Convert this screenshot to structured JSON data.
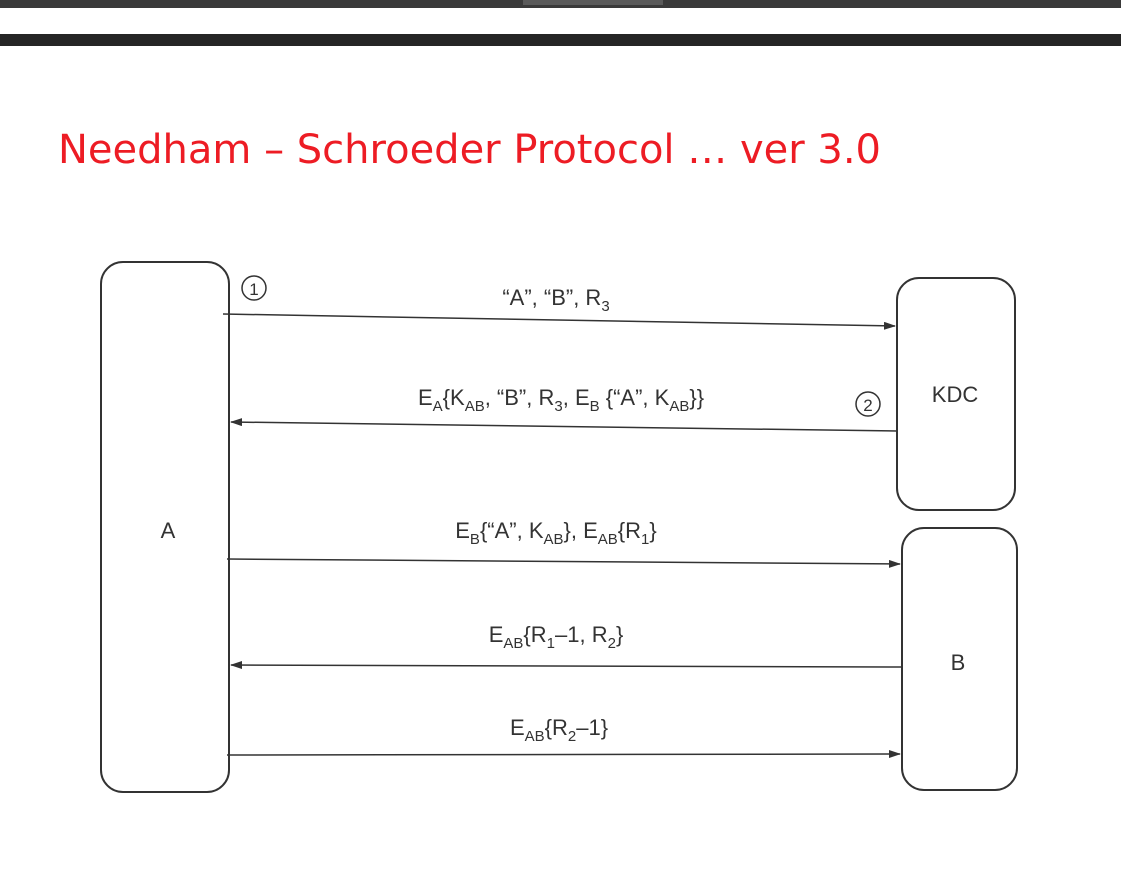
{
  "colors": {
    "title": "#ed1c24",
    "ink": "#333333",
    "chrome": "#262626"
  },
  "slide": {
    "title": "Needham – Schroeder Protocol … ver 3.0"
  },
  "participants": {
    "a": "A",
    "kdc": "KDC",
    "b": "B"
  },
  "steps": {
    "one": "1",
    "two": "2"
  },
  "messages": {
    "m1": {
      "q1": "“A”, “B”, R",
      "s1": "3"
    },
    "m2": {
      "p1": "E",
      "s1": "A",
      "p2": "{K",
      "s2": "AB",
      "p3": ", “B”, R",
      "s3": "3",
      "p4": ", E",
      "s4": "B",
      "p5": " {“A”, K",
      "s5": "AB",
      "p6": "}}"
    },
    "m3": {
      "p1": "E",
      "s1": "B",
      "p2": "{“A”, K",
      "s2": "AB",
      "p3": "}, E",
      "s3": "AB",
      "p4": "{R",
      "s4": "1",
      "p5": "}"
    },
    "m4": {
      "p1": "E",
      "s1": "AB",
      "p2": "{R",
      "s2": "1",
      "p3": "–1, R",
      "s3": "2",
      "p4": "}"
    },
    "m5": {
      "p1": "E",
      "s1": "AB",
      "p2": "{R",
      "s2": "2",
      "p3": "–1}"
    }
  }
}
